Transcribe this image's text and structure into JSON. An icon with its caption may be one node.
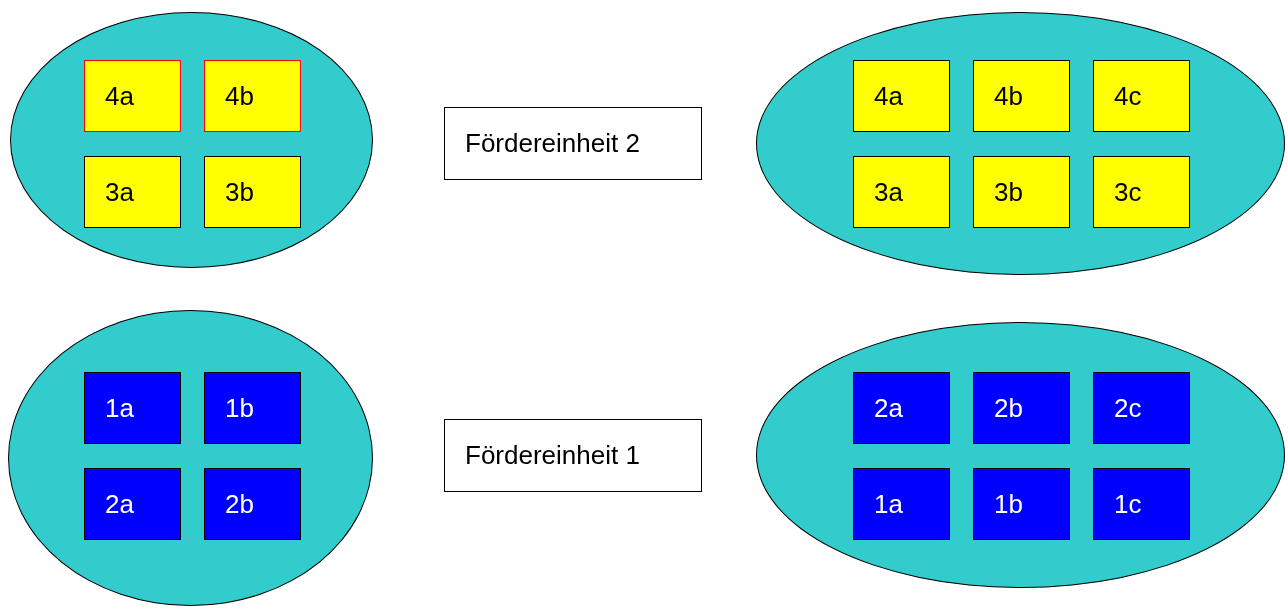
{
  "diagram": {
    "nodes": [
      {
        "text": [],
        "shape": "ellipse"
      },
      {
        "text": [
          "4a"
        ],
        "in": 0
      },
      {
        "text": [
          "4b"
        ],
        "in": 0
      },
      {
        "text": [
          "3a"
        ],
        "in": 0
      },
      {
        "text": [
          "3b"
        ],
        "in": 0
      },
      {
        "text": [
          "Fördereinheit 2"
        ]
      },
      {
        "text": [],
        "shape": "ellipse"
      },
      {
        "text": [
          "4a"
        ],
        "in": 6
      },
      {
        "text": [
          "4b"
        ],
        "in": 6
      },
      {
        "text": [
          "4c"
        ],
        "in": 6
      },
      {
        "text": [
          "3a"
        ],
        "in": 6
      },
      {
        "text": [
          "3b"
        ],
        "in": 6
      },
      {
        "text": [
          "3c"
        ],
        "in": 6
      },
      {
        "text": [],
        "shape": "ellipse"
      },
      {
        "text": [
          "1a"
        ],
        "in": 13
      },
      {
        "text": [
          "1b"
        ],
        "in": 13
      },
      {
        "text": [
          "2a"
        ],
        "in": 13
      },
      {
        "text": [
          "2b"
        ],
        "in": 13
      },
      {
        "text": [
          "Fördereinheit 1"
        ]
      },
      {
        "text": [],
        "shape": "ellipse"
      },
      {
        "text": [
          "2a"
        ],
        "in": 19
      },
      {
        "text": [
          "2b"
        ],
        "in": 19
      },
      {
        "text": [
          "2c"
        ],
        "in": 19
      },
      {
        "text": [
          "1a"
        ],
        "in": 19
      },
      {
        "text": [
          "1b"
        ],
        "in": 19
      },
      {
        "text": [
          "1c"
        ],
        "in": 19
      }
    ]
  }
}
